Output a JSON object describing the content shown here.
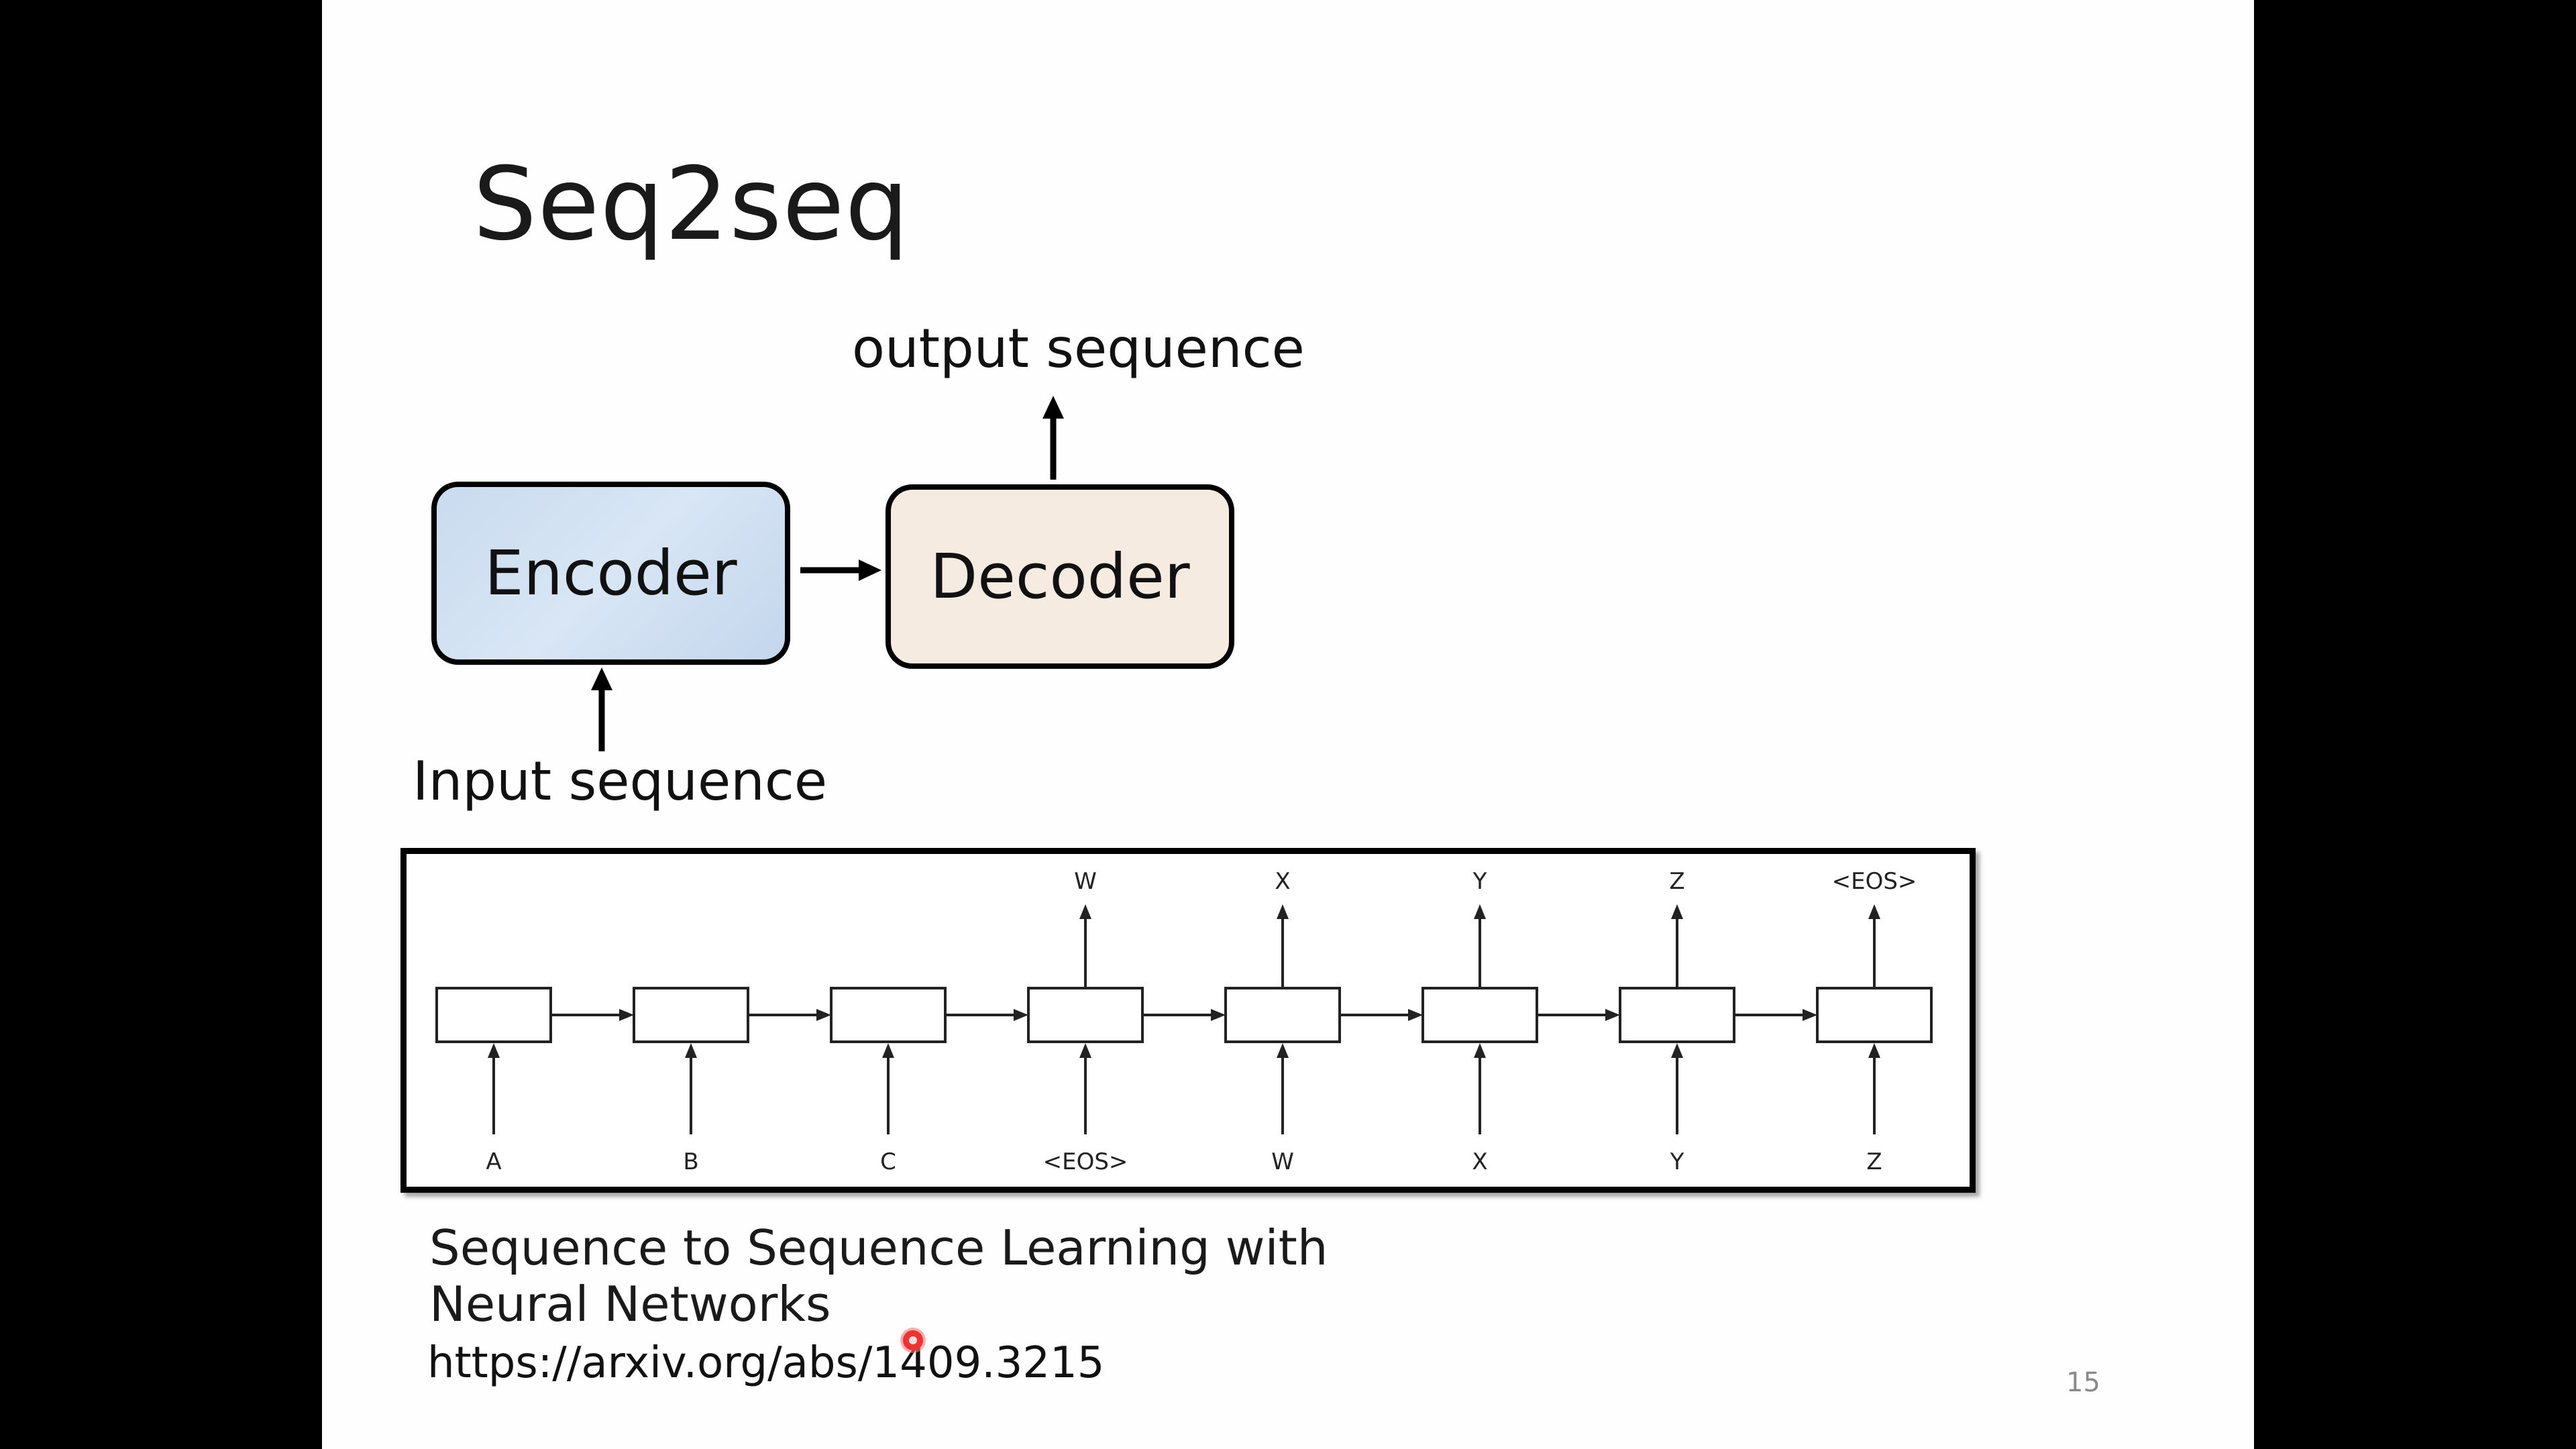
{
  "slide": {
    "title": "Seq2seq",
    "page_number": "15"
  },
  "diagram": {
    "output_label": "output sequence",
    "input_label": "Input sequence",
    "encoder_label": "Encoder",
    "decoder_label": "Decoder",
    "encoder_color": "#cddff2",
    "decoder_color": "#f6ebe1"
  },
  "rnn_figure": {
    "inputs": [
      "A",
      "B",
      "C",
      "<EOS>",
      "W",
      "X",
      "Y",
      "Z"
    ],
    "outputs": [
      "",
      "",
      "",
      "W",
      "X",
      "Y",
      "Z",
      "<EOS>"
    ]
  },
  "reference": {
    "citation_line1": "Sequence to Sequence Learning with",
    "citation_line2": "Neural Networks",
    "url": "https://arxiv.org/abs/1409.3215"
  }
}
